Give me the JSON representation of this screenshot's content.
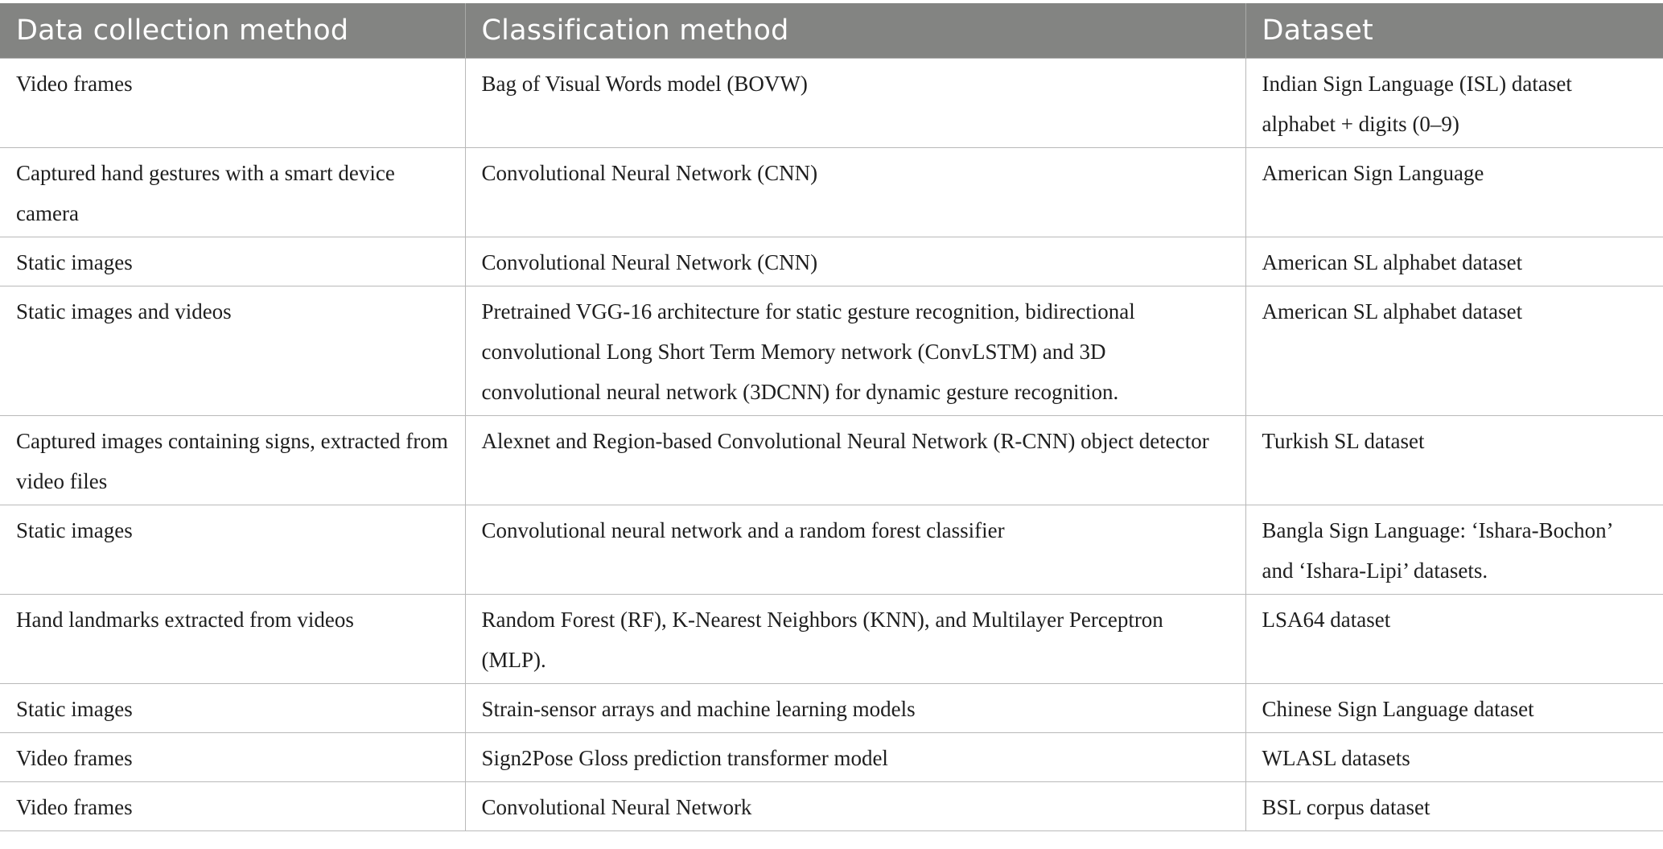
{
  "table": {
    "headers": [
      "Data collection method",
      "Classification method",
      "Dataset"
    ],
    "rows": [
      [
        "Video frames",
        "Bag of Visual Words model (BOVW)",
        "Indian Sign Language (ISL) dataset alphabet + digits (0–9)"
      ],
      [
        "Captured hand gestures with a smart device camera",
        "Convolutional Neural Network (CNN)",
        "American Sign Language"
      ],
      [
        "Static images",
        "Convolutional Neural Network (CNN)",
        "American SL alphabet dataset"
      ],
      [
        "Static images and videos",
        "Pretrained VGG-16 architecture for static gesture recognition, bidirectional convolutional Long Short Term Memory network (ConvLSTM) and 3D convolutional neural network (3DCNN) for dynamic gesture recognition.",
        "American SL alphabet dataset"
      ],
      [
        "Captured images containing signs, extracted from video files",
        "Alexnet and Region-based Convolutional Neural Network (R-CNN) object detector",
        "Turkish SL dataset"
      ],
      [
        "Static images",
        "Convolutional neural network and a random forest classifier",
        "Bangla Sign Language: ‘Ishara-Bochon’ and ‘Ishara-Lipi’ datasets."
      ],
      [
        "Hand landmarks extracted from videos",
        "Random Forest (RF), K-Nearest Neighbors (KNN), and Multilayer Perceptron (MLP).",
        "LSA64 dataset"
      ],
      [
        "Static images",
        "Strain-sensor arrays and machine learning models",
        "Chinese Sign Language dataset"
      ],
      [
        "Video frames",
        "Sign2Pose Gloss prediction transformer model",
        "WLASL datasets"
      ],
      [
        "Video frames",
        "Convolutional Neural Network",
        "BSL corpus dataset"
      ]
    ]
  },
  "colors": {
    "header_background": "#838482",
    "header_text": "#ffffff",
    "cell_text": "#1e1e1e",
    "rule": "#b9b9b9"
  }
}
